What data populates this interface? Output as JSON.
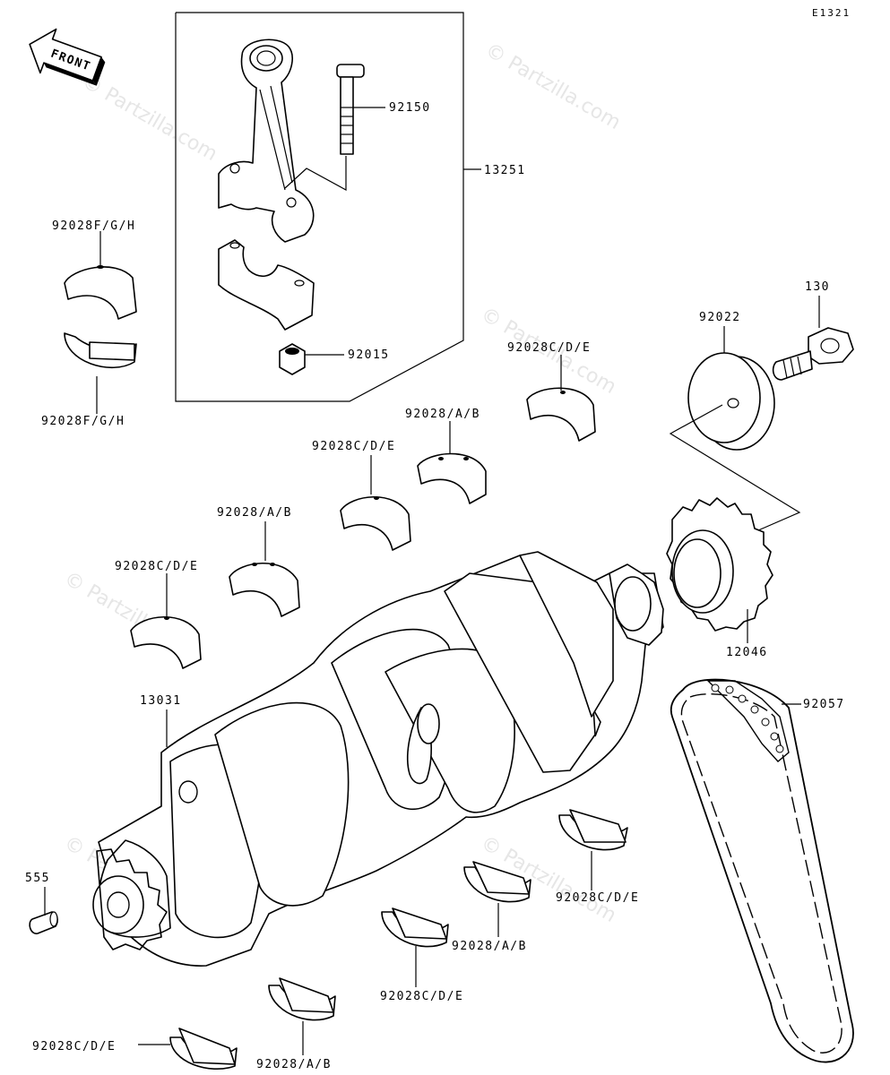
{
  "diagram_code": "E1321",
  "front_label": "FRONT",
  "watermark": "© Partzilla.com",
  "labels": {
    "p92150": "92150",
    "p13251": "13251",
    "p92015": "92015",
    "p92028fgh_top": "92028F/G/H",
    "p92028fgh_bot": "92028F/G/H",
    "p130": "130",
    "p92022": "92022",
    "p92028cde_1": "92028C/D/E",
    "p92028ab_1": "92028/A/B",
    "p92028cde_2": "92028C/D/E",
    "p92028ab_2": "92028/A/B",
    "p92028cde_3": "92028C/D/E",
    "p12046": "12046",
    "p13031": "13031",
    "p92057": "92057",
    "p555": "555",
    "p92028cde_4": "92028C/D/E",
    "p92028ab_3": "92028/A/B",
    "p92028cde_5": "92028C/D/E",
    "p92028ab_4": "92028/A/B",
    "p92028cde_6": "92028C/D/E"
  }
}
